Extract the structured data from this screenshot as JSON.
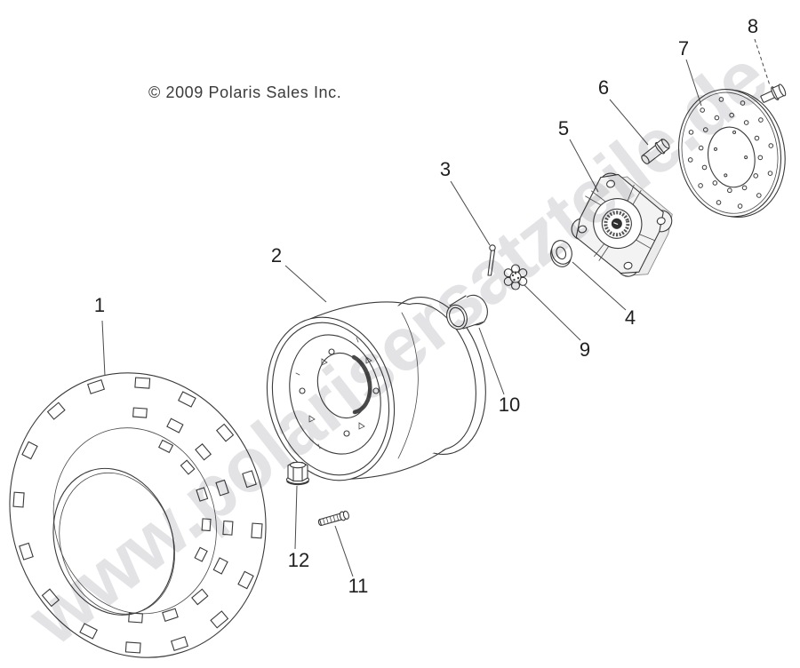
{
  "copyright": "© 2009 Polaris Sales Inc.",
  "watermark": "www.polarisersatzteile.de",
  "colors": {
    "background": "#ffffff",
    "line_art": "#3a3a3a",
    "leader_line": "#4a4a4a",
    "callout_text": "#1f1f1f",
    "watermark_gray": "#e3e3e6"
  },
  "callouts": [
    {
      "label": "1"
    },
    {
      "label": "2"
    },
    {
      "label": "3"
    },
    {
      "label": "4"
    },
    {
      "label": "5"
    },
    {
      "label": "6"
    },
    {
      "label": "7"
    },
    {
      "label": "8"
    },
    {
      "label": "9"
    },
    {
      "label": "10"
    },
    {
      "label": "11"
    },
    {
      "label": "12"
    }
  ]
}
